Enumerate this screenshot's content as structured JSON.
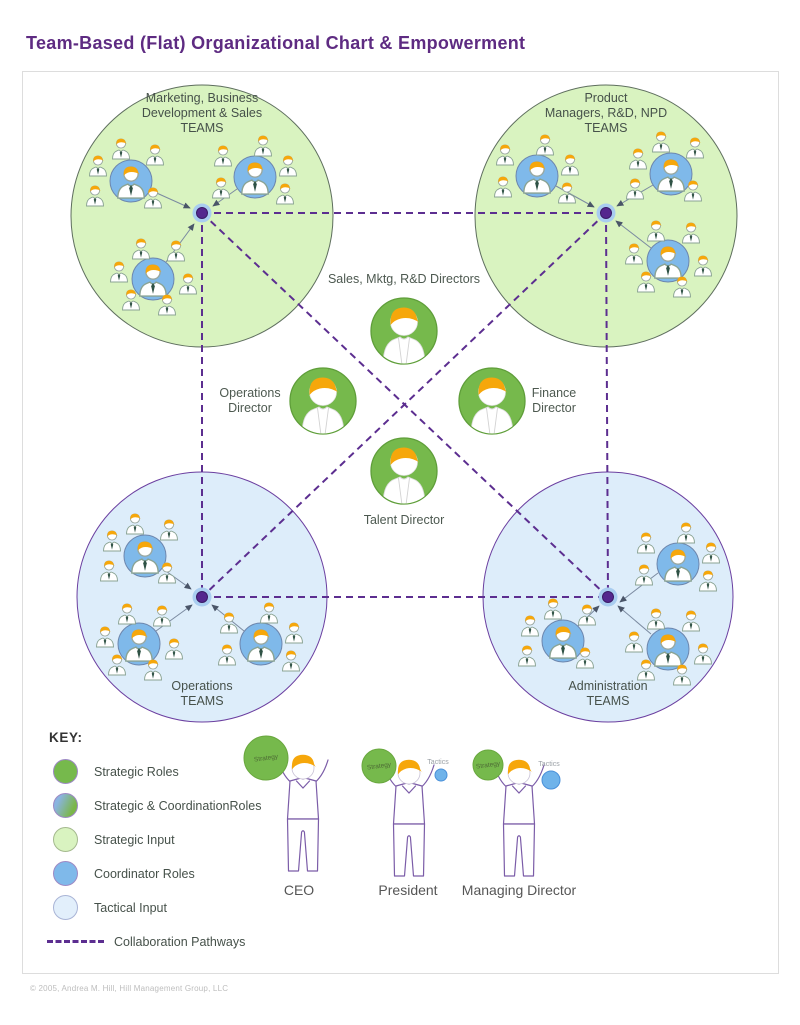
{
  "title": "Team-Based (Flat) Organizational Chart & Empowerment",
  "copyright": "© 2005, Andrea M. Hill, Hill Management Group, LLC",
  "teams": [
    {
      "id": "marketing-bd-sales",
      "lines": [
        "Marketing, Business",
        "Development & Sales",
        "TEAMS"
      ]
    },
    {
      "id": "product-rd-npd",
      "lines": [
        "Product",
        "Managers, R&D, NPD",
        "TEAMS"
      ]
    },
    {
      "id": "operations",
      "lines": [
        "Operations",
        "TEAMS"
      ]
    },
    {
      "id": "administration",
      "lines": [
        "Administration",
        "TEAMS"
      ]
    }
  ],
  "directors": {
    "sales": {
      "label": "Sales, Mktg, R&D Directors"
    },
    "operations": {
      "lines": [
        "Operations",
        "Director"
      ]
    },
    "finance": {
      "lines": [
        "Finance",
        "Director"
      ]
    },
    "talent": {
      "label": "Talent Director"
    }
  },
  "key": {
    "heading": "KEY:",
    "items": [
      {
        "label": "Strategic Roles"
      },
      {
        "label": "Strategic & CoordinationRoles"
      },
      {
        "label": "Strategic Input"
      },
      {
        "label": "Coordinator Roles"
      },
      {
        "label": "Tactical Input"
      },
      {
        "label": "Collaboration Pathways"
      }
    ]
  },
  "executives": [
    {
      "label": "CEO",
      "strategy": "Strategy",
      "tactics": null
    },
    {
      "label": "President",
      "strategy": "Strategy",
      "tactics": "Tactics"
    },
    {
      "label": "Managing Director",
      "strategy": "Strategy",
      "tactics": "Tactics"
    }
  ],
  "colors": {
    "title_purple": "#5e2b82",
    "collaboration_purple": "#5c2e90",
    "strategic_green": "#76b94c",
    "strategic_input_green": "#d9f3c0",
    "coordinator_blue": "#7fb9ea",
    "tactical_input_blue": "#ddeefa",
    "hub_purple": "#54278e",
    "hair_orange": "#f6a70b"
  }
}
